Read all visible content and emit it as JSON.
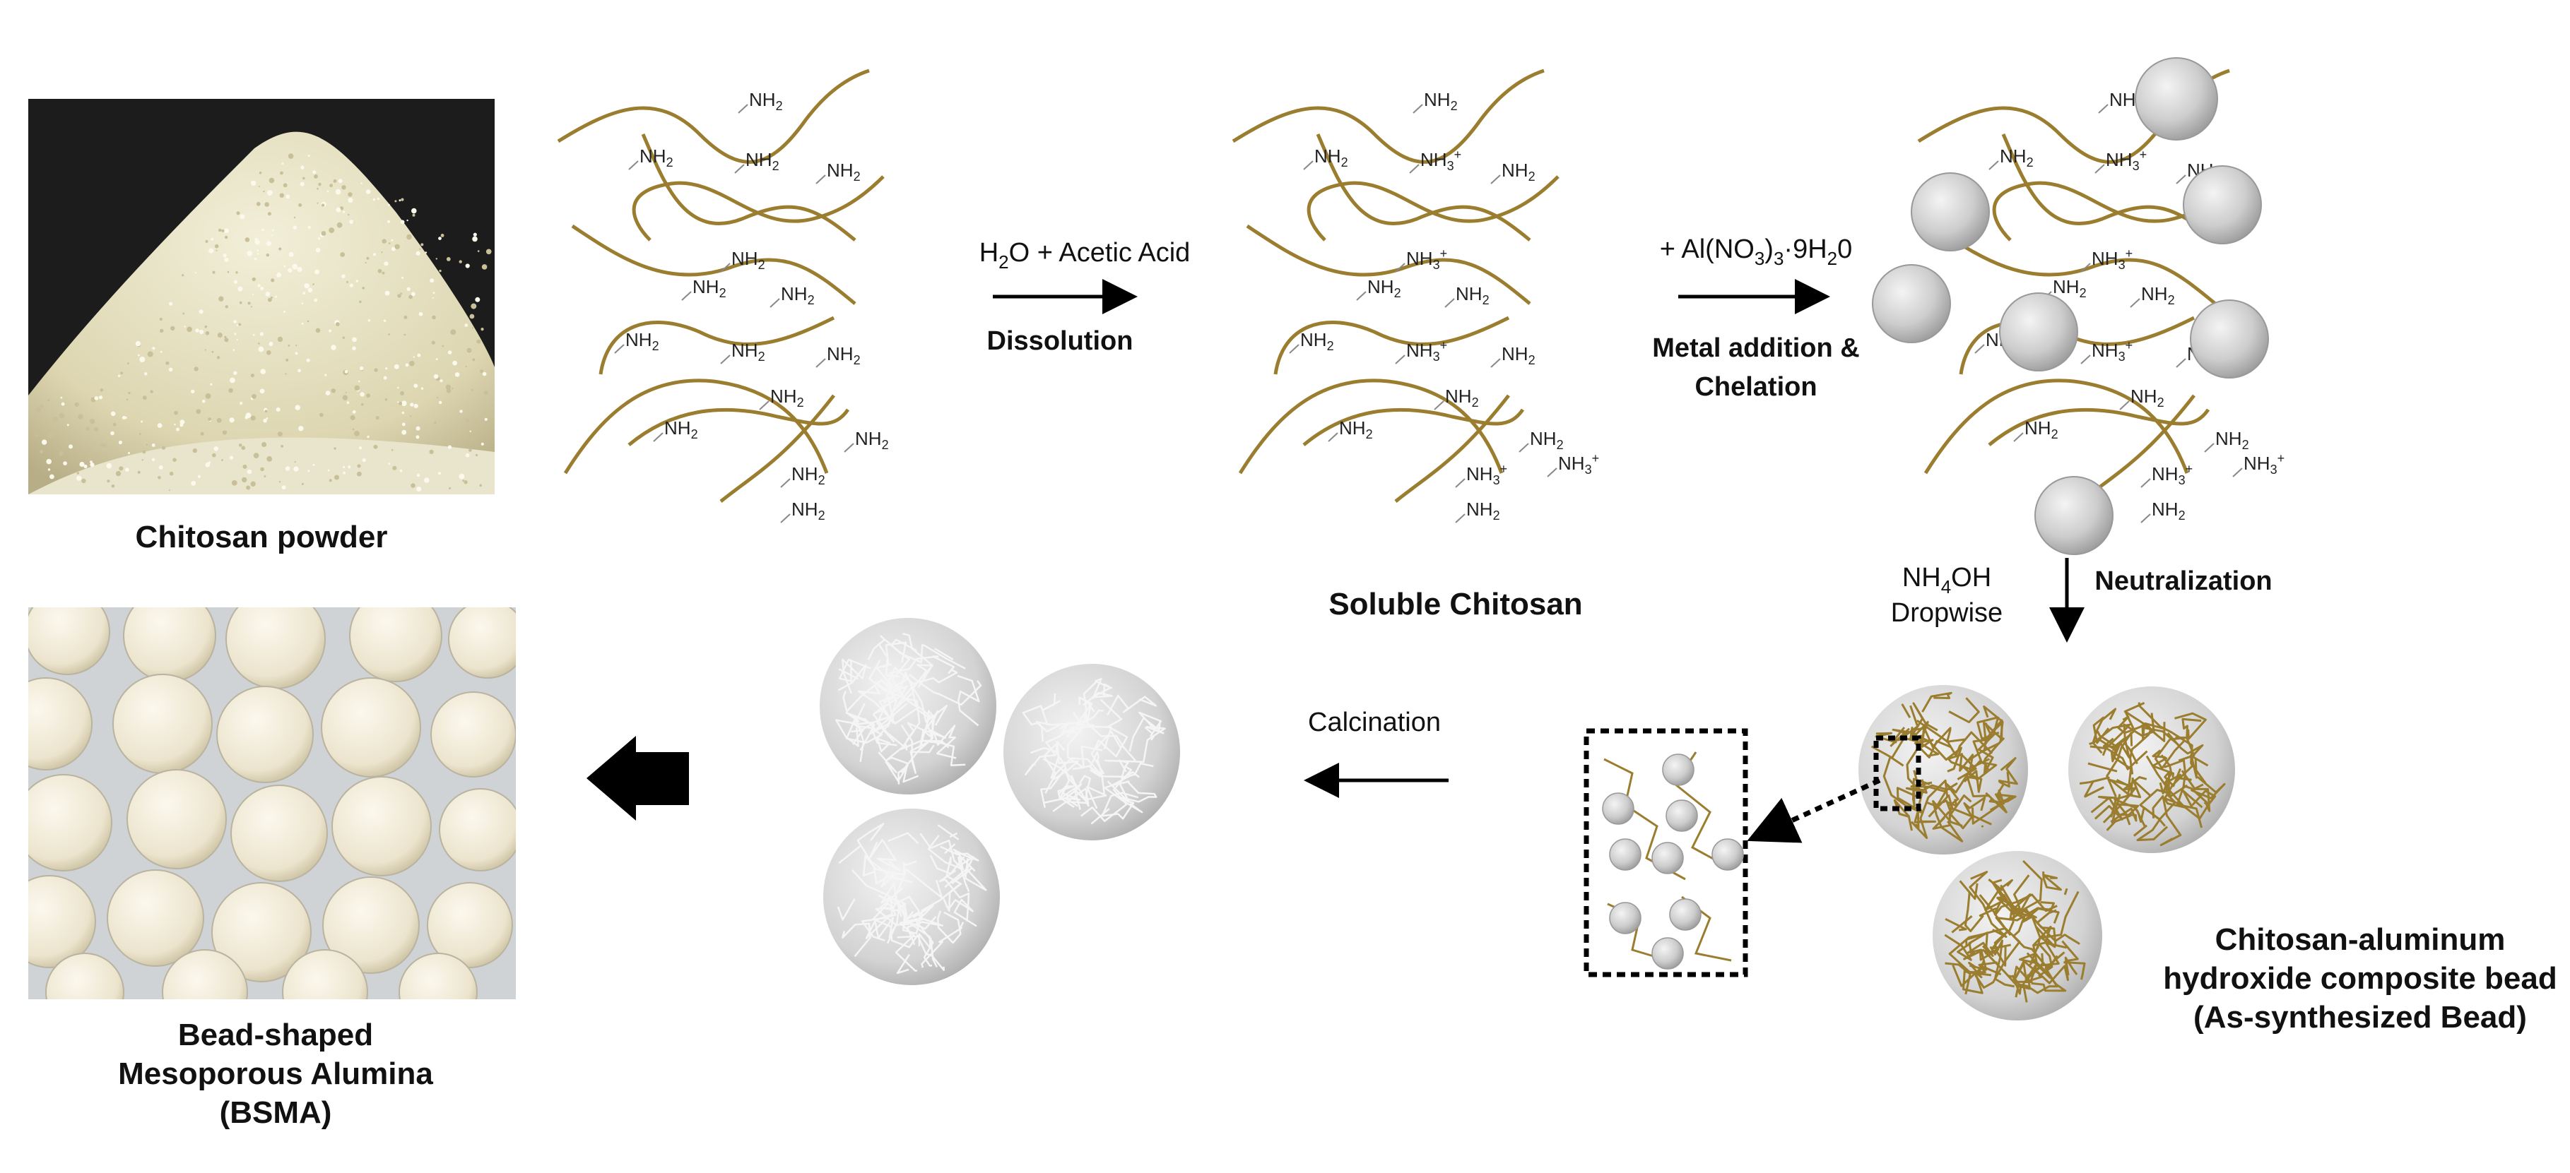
{
  "nodes": {
    "chitosan_powder": {
      "label": "Chitosan powder"
    },
    "soluble_chitosan": {
      "label": "Soluble Chitosan"
    },
    "composite_bead": {
      "label_lines": [
        "Chitosan-aluminum",
        "hydroxide composite bead",
        "(As-synthesized Bead)"
      ]
    },
    "bsma": {
      "label_lines": [
        "Bead-shaped",
        "Mesoporous Alumina",
        "(BSMA)"
      ]
    }
  },
  "steps": {
    "dissolution": {
      "reagent": "H2O + Acetic Acid",
      "name": "Dissolution"
    },
    "chelation": {
      "reagent": "+ Al(NO3)3·9H2O",
      "name_lines": [
        "Metal addition &",
        "Chelation"
      ]
    },
    "neutralization": {
      "reagent_lines": [
        "NH4OH",
        "Dropwise"
      ],
      "name": "Neutralization"
    },
    "calcination": {
      "name": "Calcination"
    }
  },
  "chain_labels": {
    "amine": "NH2",
    "ammonium": "NH3+"
  },
  "colors": {
    "chain": "#9a7d2e",
    "sphere": "#cfcfcf",
    "arrow": "#000000",
    "powder": "#e8e4c8",
    "bead": "#ece6d4"
  }
}
